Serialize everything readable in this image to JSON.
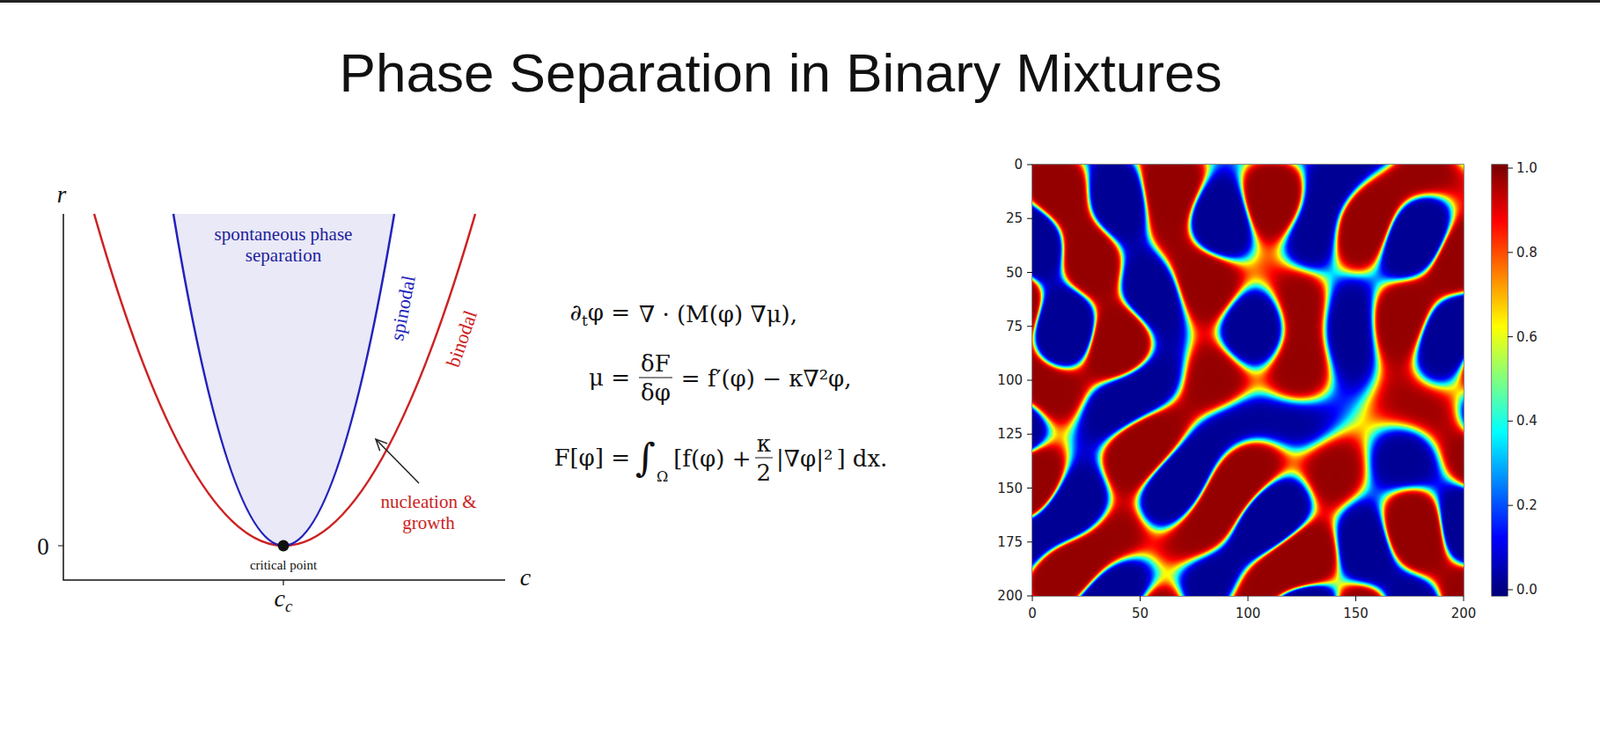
{
  "diagram": {
    "title": "Phase Separation in Binary Mixtures",
    "labels": [
      "r",
      "0",
      "c",
      "c",
      "c",
      "spontaneous phase separation",
      "spinodal",
      "binodal",
      "nucleation & growth",
      "critical point",
      "∂",
      "t",
      "φ =",
      "∇ · (M(φ) ∇μ),",
      "μ =",
      "δF",
      "δφ",
      "= f′(φ) − κ∇²φ,",
      "F[φ] =",
      "∫",
      "Ω",
      "[f(φ) +",
      "κ",
      "2",
      "|∇φ|²",
      "] dx.",
      "0",
      "25",
      "50",
      "75",
      "100",
      "125",
      "150",
      "175",
      "200",
      "0",
      "50",
      "100",
      "150",
      "200",
      "1.0",
      "0.8",
      "0.6",
      "0.4",
      "0.2",
      "0.0"
    ]
  }
}
